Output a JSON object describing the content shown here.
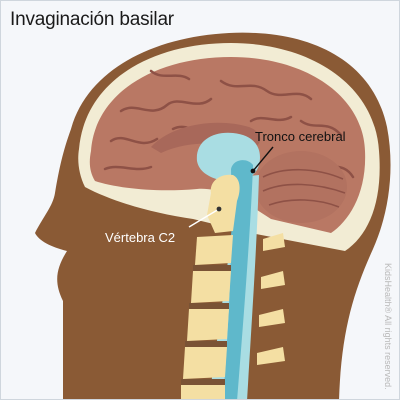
{
  "title": "Invaginación basilar",
  "labels": {
    "brainstem": "Tronco cerebral",
    "vertebra": "Vértebra C2"
  },
  "credit": "KidsHealth® All rights reserved.",
  "colors": {
    "background": "#f5f7fa",
    "skin": "#8a5a35",
    "skull": "#f2ecd4",
    "brain": "#b97864",
    "brain_fold": "#8e5146",
    "csf": "#a9dde3",
    "spinal_cord": "#5fb8cb",
    "vertebra": "#f4dfa3",
    "disc": "#7a5335"
  }
}
